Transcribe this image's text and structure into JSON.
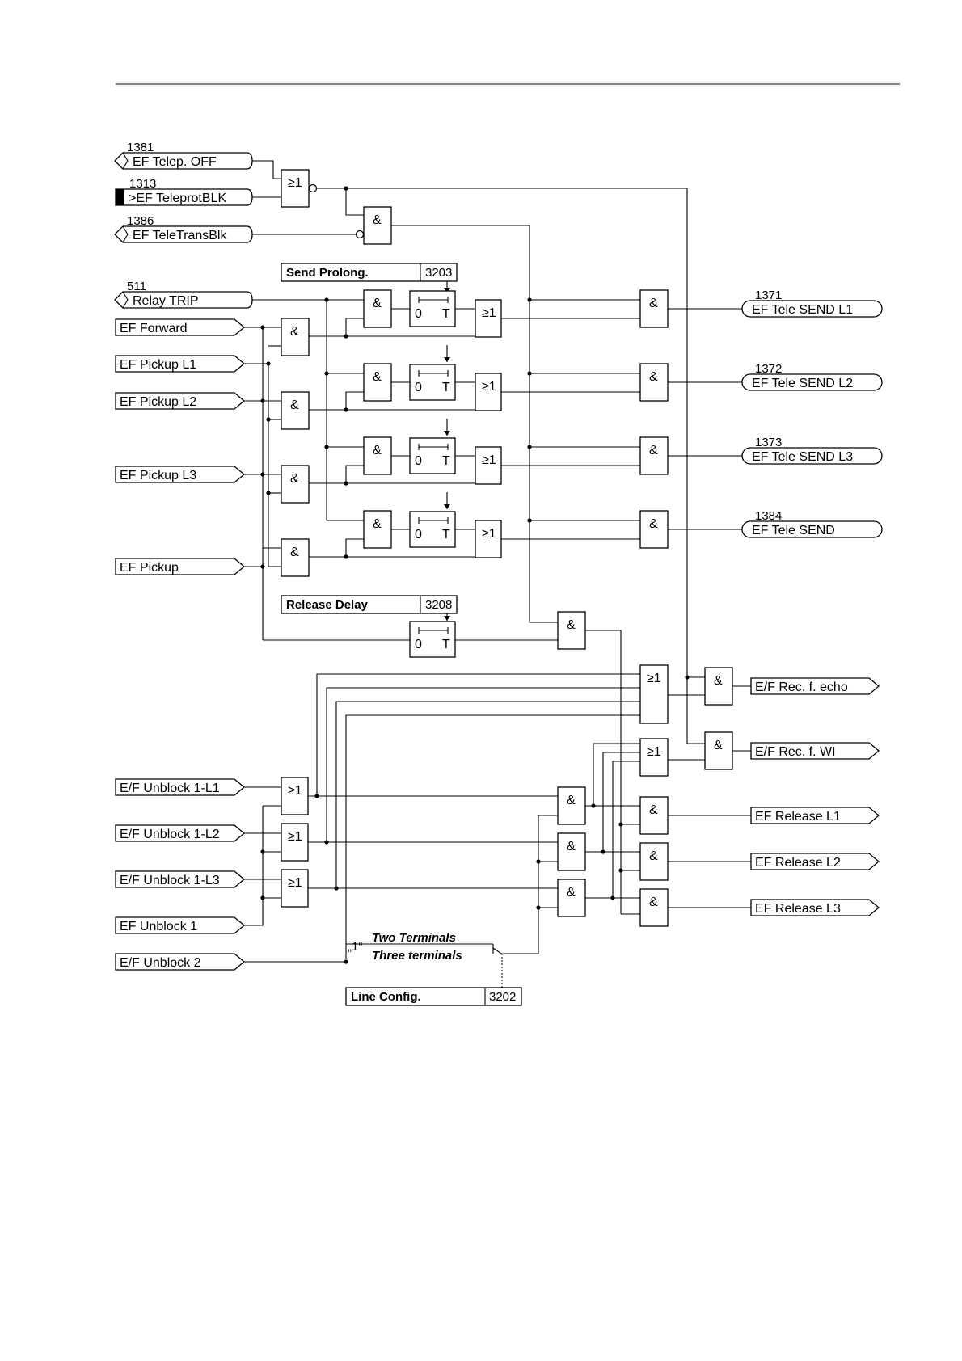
{
  "inputs": {
    "ef_telep_off": {
      "number": "1381",
      "label": "EF Telep. OFF"
    },
    "ef_teleprot_blk": {
      "number": "1313",
      "label": ">EF TeleprotBLK"
    },
    "ef_teletransblk": {
      "number": "1386",
      "label": "EF TeleTransBlk"
    },
    "relay_trip": {
      "number": "511",
      "label": "Relay TRIP"
    },
    "ef_forward": {
      "label": "EF Forward"
    },
    "ef_pickup_l1": {
      "label": "EF Pickup L1"
    },
    "ef_pickup_l2": {
      "label": "EF Pickup L2"
    },
    "ef_pickup_l3": {
      "label": "EF Pickup L3"
    },
    "ef_pickup": {
      "label": "EF Pickup"
    },
    "ef_unblock_1_l1": {
      "label": "E/F Unblock 1-L1"
    },
    "ef_unblock_1_l2": {
      "label": "E/F Unblock 1-L2"
    },
    "ef_unblock_1_l3": {
      "label": "E/F Unblock 1-L3"
    },
    "ef_unblock_1": {
      "label": "EF Unblock 1"
    },
    "ef_unblock_2": {
      "label": "E/F Unblock 2"
    }
  },
  "outputs": {
    "ef_tele_send_l1": {
      "number": "1371",
      "label": "EF Tele SEND L1"
    },
    "ef_tele_send_l2": {
      "number": "1372",
      "label": "EF Tele SEND L2"
    },
    "ef_tele_send_l3": {
      "number": "1373",
      "label": "EF Tele SEND L3"
    },
    "ef_tele_send": {
      "number": "1384",
      "label": "EF Tele SEND"
    },
    "ef_rec_echo": {
      "label": "E/F Rec. f. echo"
    },
    "ef_rec_wi": {
      "label": "E/F Rec. f. WI"
    },
    "ef_release_l1": {
      "label": "EF Release L1"
    },
    "ef_release_l2": {
      "label": "EF Release L2"
    },
    "ef_release_l3": {
      "label": "EF Release L3"
    }
  },
  "settings": {
    "send_prolong": {
      "label": "Send Prolong.",
      "address": "3203"
    },
    "release_delay": {
      "label": "Release Delay",
      "address": "3208"
    },
    "line_config": {
      "label": "Line Config.",
      "address": "3202"
    }
  },
  "switch": {
    "option_1": "Two Terminals",
    "option_2": "Three terminals",
    "selector_mark": "„1“"
  },
  "gate_symbols": {
    "and": "&",
    "or": "≥1"
  },
  "timer": {
    "start": "0",
    "end": "T"
  }
}
